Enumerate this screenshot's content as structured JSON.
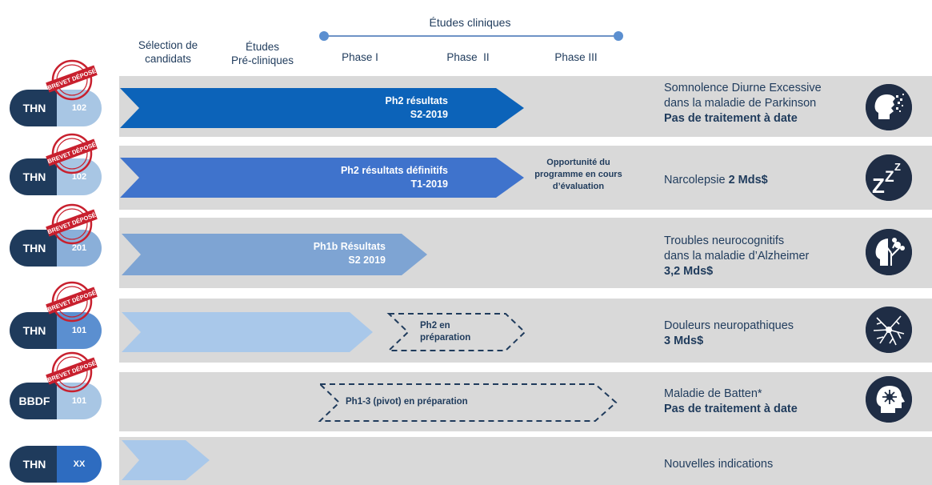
{
  "header": {
    "studies_label": "Études cliniques",
    "col_selection": "Sélection de\ncandidats",
    "col_preclinical": "Études\nPré-cliniques",
    "col_phase1": "Phase I",
    "col_phase2": "Phase  II",
    "col_phase3": "Phase III"
  },
  "stamp_text": "BREVET DÉPOSÉ",
  "rows": [
    {
      "badge_left": "THN",
      "badge_right": "102",
      "badge_right_color": "#a8c6e4",
      "has_stamp": true,
      "bar_line1": "Ph2 résultats",
      "bar_line2": "S2-2019",
      "bar_color": "#0c63b9",
      "bar_progress": "through Phase II",
      "indication_line1": "Somnolence Diurne Excessive",
      "indication_line2": "dans la maladie de Parkinson",
      "indication_line3": "Pas de traitement à date",
      "icon": "brain-dissolving-head-icon"
    },
    {
      "badge_left": "THN",
      "badge_right": "102",
      "badge_right_color": "#a8c6e4",
      "has_stamp": true,
      "bar_line1": "Ph2 résultats définitifs",
      "bar_line2": "T1-2019",
      "bar_color": "#3f73cc",
      "note": "Opportunité du\nprogramme en cours\nd’évaluation",
      "indication_text": "Narcolepsie ",
      "indication_bold": "2 Mds$",
      "icon": "sleep-zzz-icon"
    },
    {
      "badge_left": "THN",
      "badge_right": "201",
      "badge_right_color": "#8aafd9",
      "has_stamp": true,
      "bar_line1": "Ph1b Résultats",
      "bar_line2": "S2 2019",
      "bar_color": "#7ea4d3",
      "indication_line1": "Troubles neurocognitifs",
      "indication_line2": "dans la maladie d’Alzheimer",
      "indication_line3": "3,2 Mds$",
      "icon": "head-tree-icon"
    },
    {
      "badge_left": "THN",
      "badge_right": "101",
      "badge_right_color": "#5b8fd0",
      "has_stamp": true,
      "bar_color": "#a9c8ea",
      "dash_line1": "Ph2 en",
      "dash_line2": "préparation",
      "indication_line1": "Douleurs neuropathiques",
      "indication_line2": "3 Mds$",
      "icon": "neuron-icon"
    },
    {
      "badge_left": "BBDF",
      "badge_right": "101",
      "badge_right_color": "#a8c6e4",
      "has_stamp": true,
      "dash_text": "Ph1-3 (pivot) en préparation",
      "indication_line1": "Maladie de Batten*",
      "indication_line2": "Pas de traitement à date",
      "icon": "head-virus-icon"
    },
    {
      "badge_left": "THN",
      "badge_right": "XX",
      "badge_right_color": "#2e6cc0",
      "has_stamp": false,
      "bar_color": "#a9c8ea",
      "indication_line1": "Nouvelles indications"
    }
  ]
}
